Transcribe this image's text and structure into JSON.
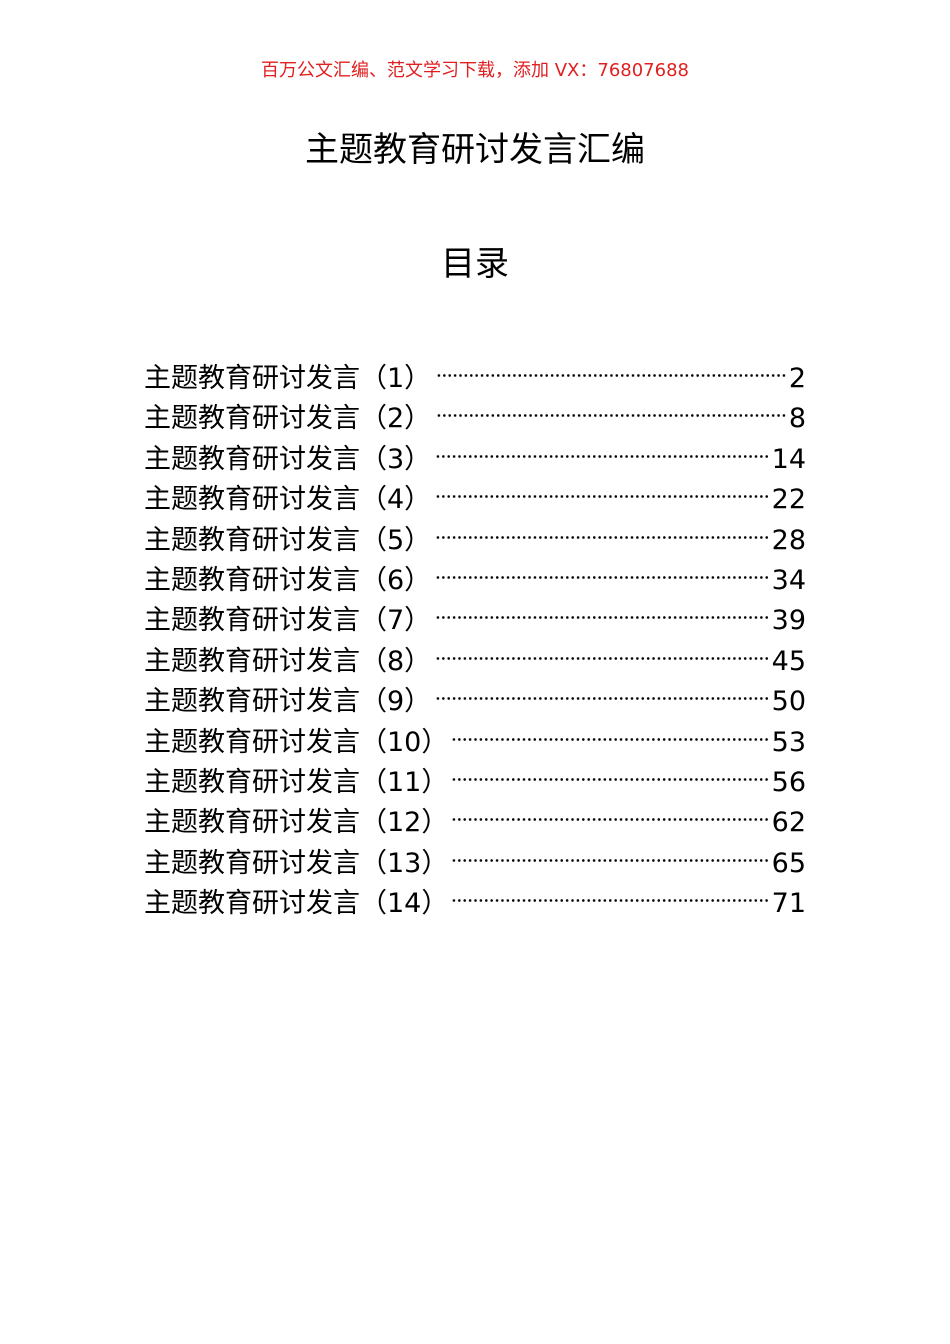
{
  "header": {
    "watermark_text": "百万公文汇编、范文学习下载，添加 VX：76807688",
    "watermark_color": "#e02020"
  },
  "document": {
    "title": "主题教育研讨发言汇编",
    "toc_heading": "目录"
  },
  "toc": {
    "entries": [
      {
        "label": "主题教育研讨发言（1）",
        "page": "2"
      },
      {
        "label": "主题教育研讨发言（2）",
        "page": "8"
      },
      {
        "label": "主题教育研讨发言（3）",
        "page": "14"
      },
      {
        "label": "主题教育研讨发言（4）",
        "page": "22"
      },
      {
        "label": "主题教育研讨发言（5）",
        "page": "28"
      },
      {
        "label": "主题教育研讨发言（6）",
        "page": "34"
      },
      {
        "label": "主题教育研讨发言（7）",
        "page": "39"
      },
      {
        "label": "主题教育研讨发言（8）",
        "page": "45"
      },
      {
        "label": "主题教育研讨发言（9）",
        "page": "50"
      },
      {
        "label": "主题教育研讨发言（10）",
        "page": "53"
      },
      {
        "label": "主题教育研讨发言（11）",
        "page": "56"
      },
      {
        "label": "主题教育研讨发言（12）",
        "page": "62"
      },
      {
        "label": "主题教育研讨发言（13）",
        "page": "65"
      },
      {
        "label": "主题教育研讨发言（14）",
        "page": "71"
      }
    ]
  }
}
